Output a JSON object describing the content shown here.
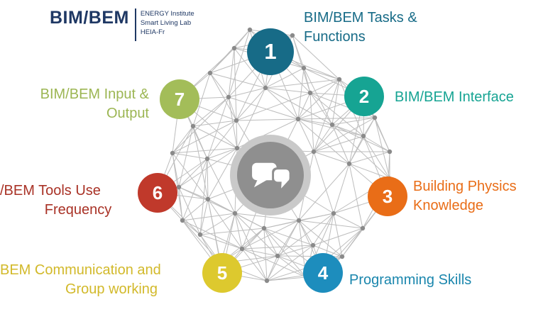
{
  "logo": {
    "brand": "BIM/BEM",
    "org_lines": [
      "ENERGY Institute",
      "Smart Living Lab",
      "HEIA-Fr"
    ]
  },
  "nodes": [
    {
      "number": "1",
      "label": "BIM/BEM Tasks & Functions",
      "lines": [
        "BIM/BEM Tasks &",
        "Functions"
      ],
      "circle_color": "#176b87",
      "label_color": "#176b87"
    },
    {
      "number": "2",
      "label": "BIM/BEM Interface",
      "lines": [
        "BIM/BEM Interface"
      ],
      "circle_color": "#16a493",
      "label_color": "#16a493"
    },
    {
      "number": "3",
      "label": "Building Physics Knowledge",
      "lines": [
        "Building Physics",
        "Knowledge"
      ],
      "circle_color": "#e96d17",
      "label_color": "#e96d17"
    },
    {
      "number": "4",
      "label": "Programming Skills",
      "lines": [
        "Programming Skills"
      ],
      "circle_color": "#1d8dbd",
      "label_color": "#1a86ad"
    },
    {
      "number": "5",
      "label": "BEM Communication and Group working",
      "lines": [
        "BEM Communication and",
        "Group working"
      ],
      "circle_color": "#ddc92e",
      "label_color": "#d2b92a"
    },
    {
      "number": "6",
      "label": "/BEM Tools Use Frequency",
      "lines": [
        "/BEM Tools Use",
        "Frequency"
      ],
      "circle_color": "#c0392b",
      "label_color": "#a93226"
    },
    {
      "number": "7",
      "label": "BIM/BEM Input & Output",
      "lines": [
        "BIM/BEM Input &",
        "Output"
      ],
      "circle_color": "#a3bd59",
      "label_color": "#9cb653"
    }
  ],
  "center": {
    "icon": "chat-bubbles-icon",
    "fill": "#8f8f8f",
    "ring": "#c9c9c9"
  },
  "network": {
    "line_color": "#bdbdbd",
    "dot_color": "#8a8a8a"
  }
}
